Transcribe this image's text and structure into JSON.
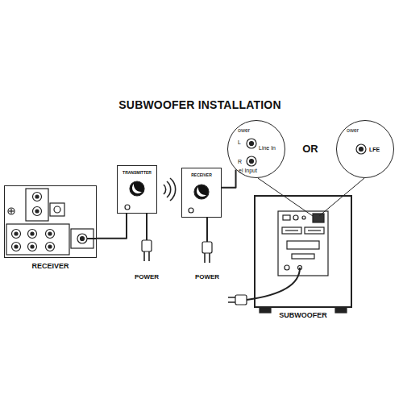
{
  "diagram": {
    "title": "SUBWOOFER INSTALLATION",
    "nodes": [
      {
        "text": [
          "RECEIVER"
        ]
      },
      {
        "text": [
          "TRANSMITTER"
        ]
      },
      {
        "text": [
          "RECEIVER"
        ]
      },
      {
        "text": [
          "ower",
          "L",
          "Line In",
          "R",
          "el Input"
        ]
      },
      {
        "text": [
          "ower",
          "LFE"
        ]
      },
      {
        "text": [
          "SUBWOOFER"
        ]
      }
    ],
    "edges": [
      {
        "from": 0,
        "to": 1,
        "arrow": "none"
      },
      {
        "from": 2,
        "to": 3,
        "arrow": "none"
      }
    ],
    "labels": [
      "POWER",
      "POWER",
      "OR"
    ]
  }
}
